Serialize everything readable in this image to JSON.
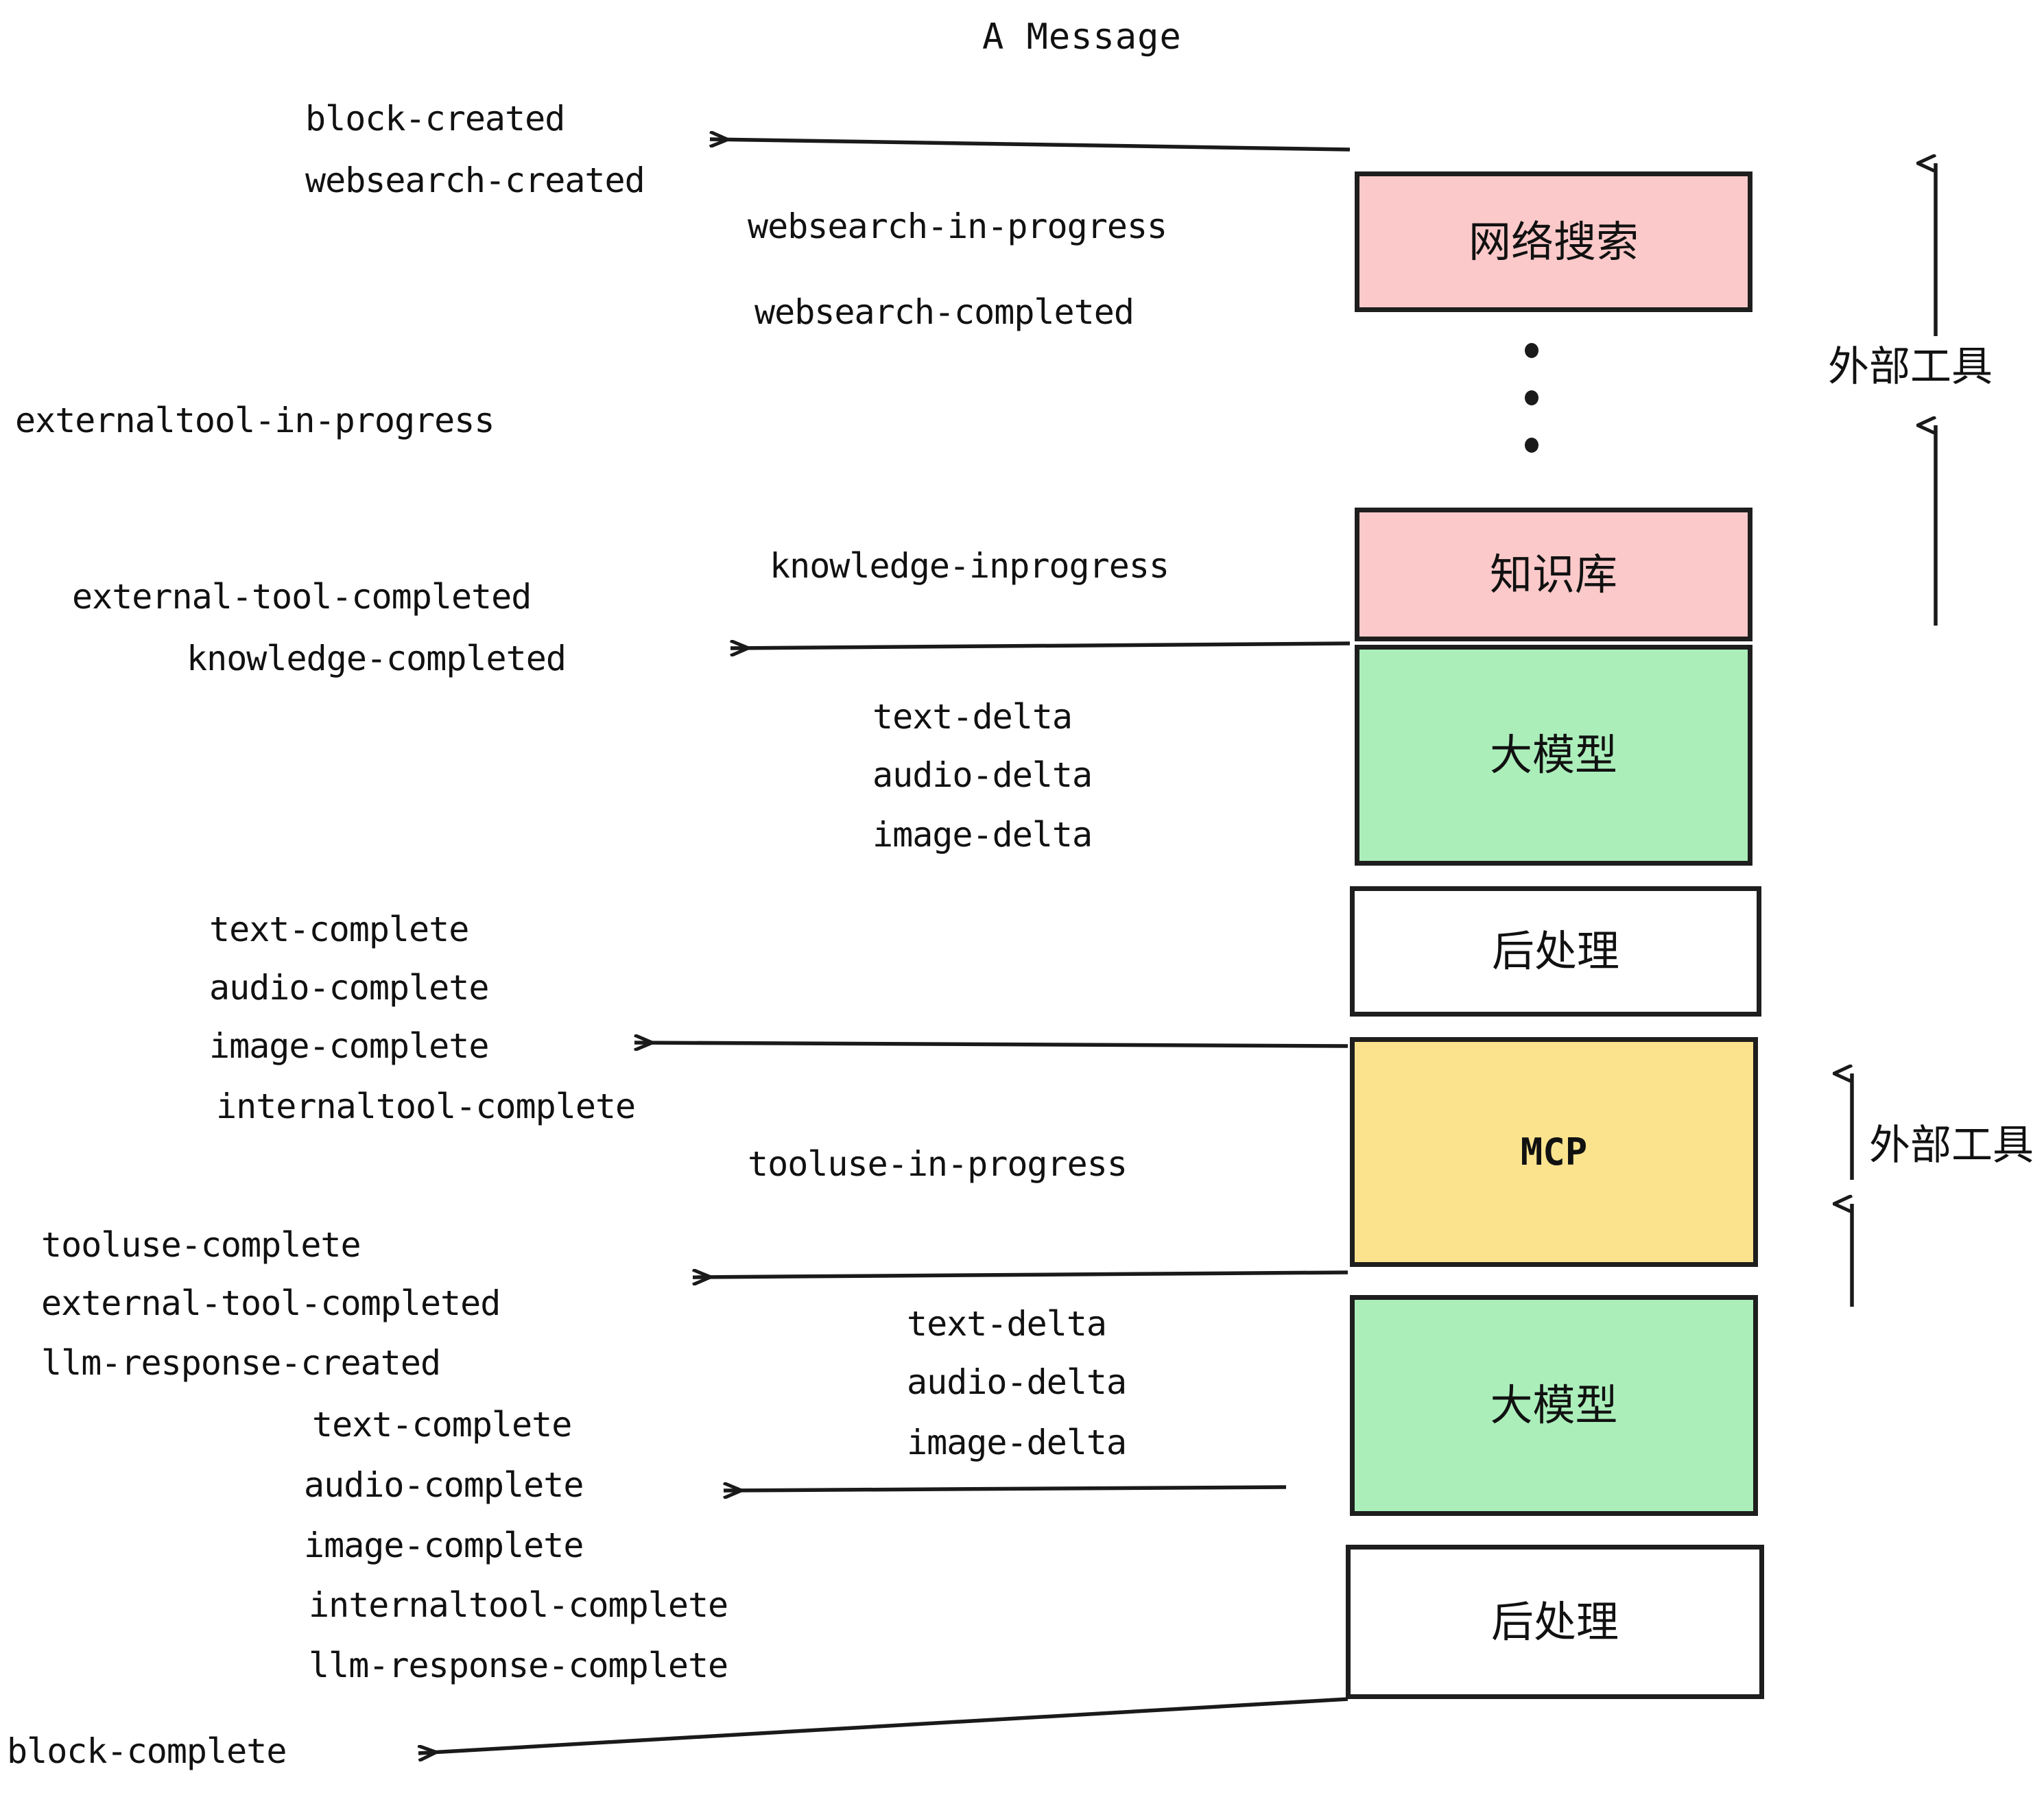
{
  "title": "A Message",
  "colors": {
    "pink": "#fbc9c9",
    "green": "#abeeba",
    "yellow": "#fbe38e",
    "white": "#ffffff",
    "stroke": "#1e1e1e",
    "text": "#111111",
    "background": "#ffffff"
  },
  "boxes": [
    {
      "id": "websearch",
      "label": "网络搜索",
      "fill": "pink",
      "mono": false
    },
    {
      "id": "knowledge",
      "label": "知识库",
      "fill": "pink",
      "mono": false
    },
    {
      "id": "llm-top",
      "label": "大模型",
      "fill": "green",
      "mono": false
    },
    {
      "id": "postprocess-top",
      "label": "后处理",
      "fill": "white",
      "mono": false
    },
    {
      "id": "mcp",
      "label": "MCP",
      "fill": "yellow",
      "mono": true
    },
    {
      "id": "llm-bottom",
      "label": "大模型",
      "fill": "green",
      "mono": false
    },
    {
      "id": "postprocess-bottom",
      "label": "后处理",
      "fill": "white",
      "mono": false
    }
  ],
  "side_labels": {
    "external_tool_top": "外部工具",
    "external_tool_bottom": "外部工具"
  },
  "events": {
    "block_created": "block-created",
    "websearch_created": "websearch-created",
    "websearch_in_progress": "websearch-in-progress",
    "websearch_completed": "websearch-completed",
    "externaltool_in_progress": "externaltool-in-progress",
    "knowledge_inprogress": "knowledge-inprogress",
    "external_tool_completed_1": "external-tool-completed",
    "knowledge_completed": "knowledge-completed",
    "text_delta_1": "text-delta",
    "audio_delta_1": "audio-delta",
    "image_delta_1": "image-delta",
    "text_complete_1": "text-complete",
    "audio_complete_1": "audio-complete",
    "image_complete_1": "image-complete",
    "internaltool_complete_1": "internaltool-complete",
    "tooluse_in_progress": "tooluse-in-progress",
    "tooluse_complete": "tooluse-complete",
    "external_tool_completed_2": "external-tool-completed",
    "llm_response_created": "llm-response-created",
    "text_delta_2": "text-delta",
    "audio_delta_2": "audio-delta",
    "image_delta_2": "image-delta",
    "text_complete_2": "text-complete",
    "audio_complete_2": "audio-complete",
    "image_complete_2": "image-complete",
    "internaltool_complete_2": "internaltool-complete",
    "llm_response_complete": "llm-response-complete",
    "block_complete": "block-complete"
  }
}
